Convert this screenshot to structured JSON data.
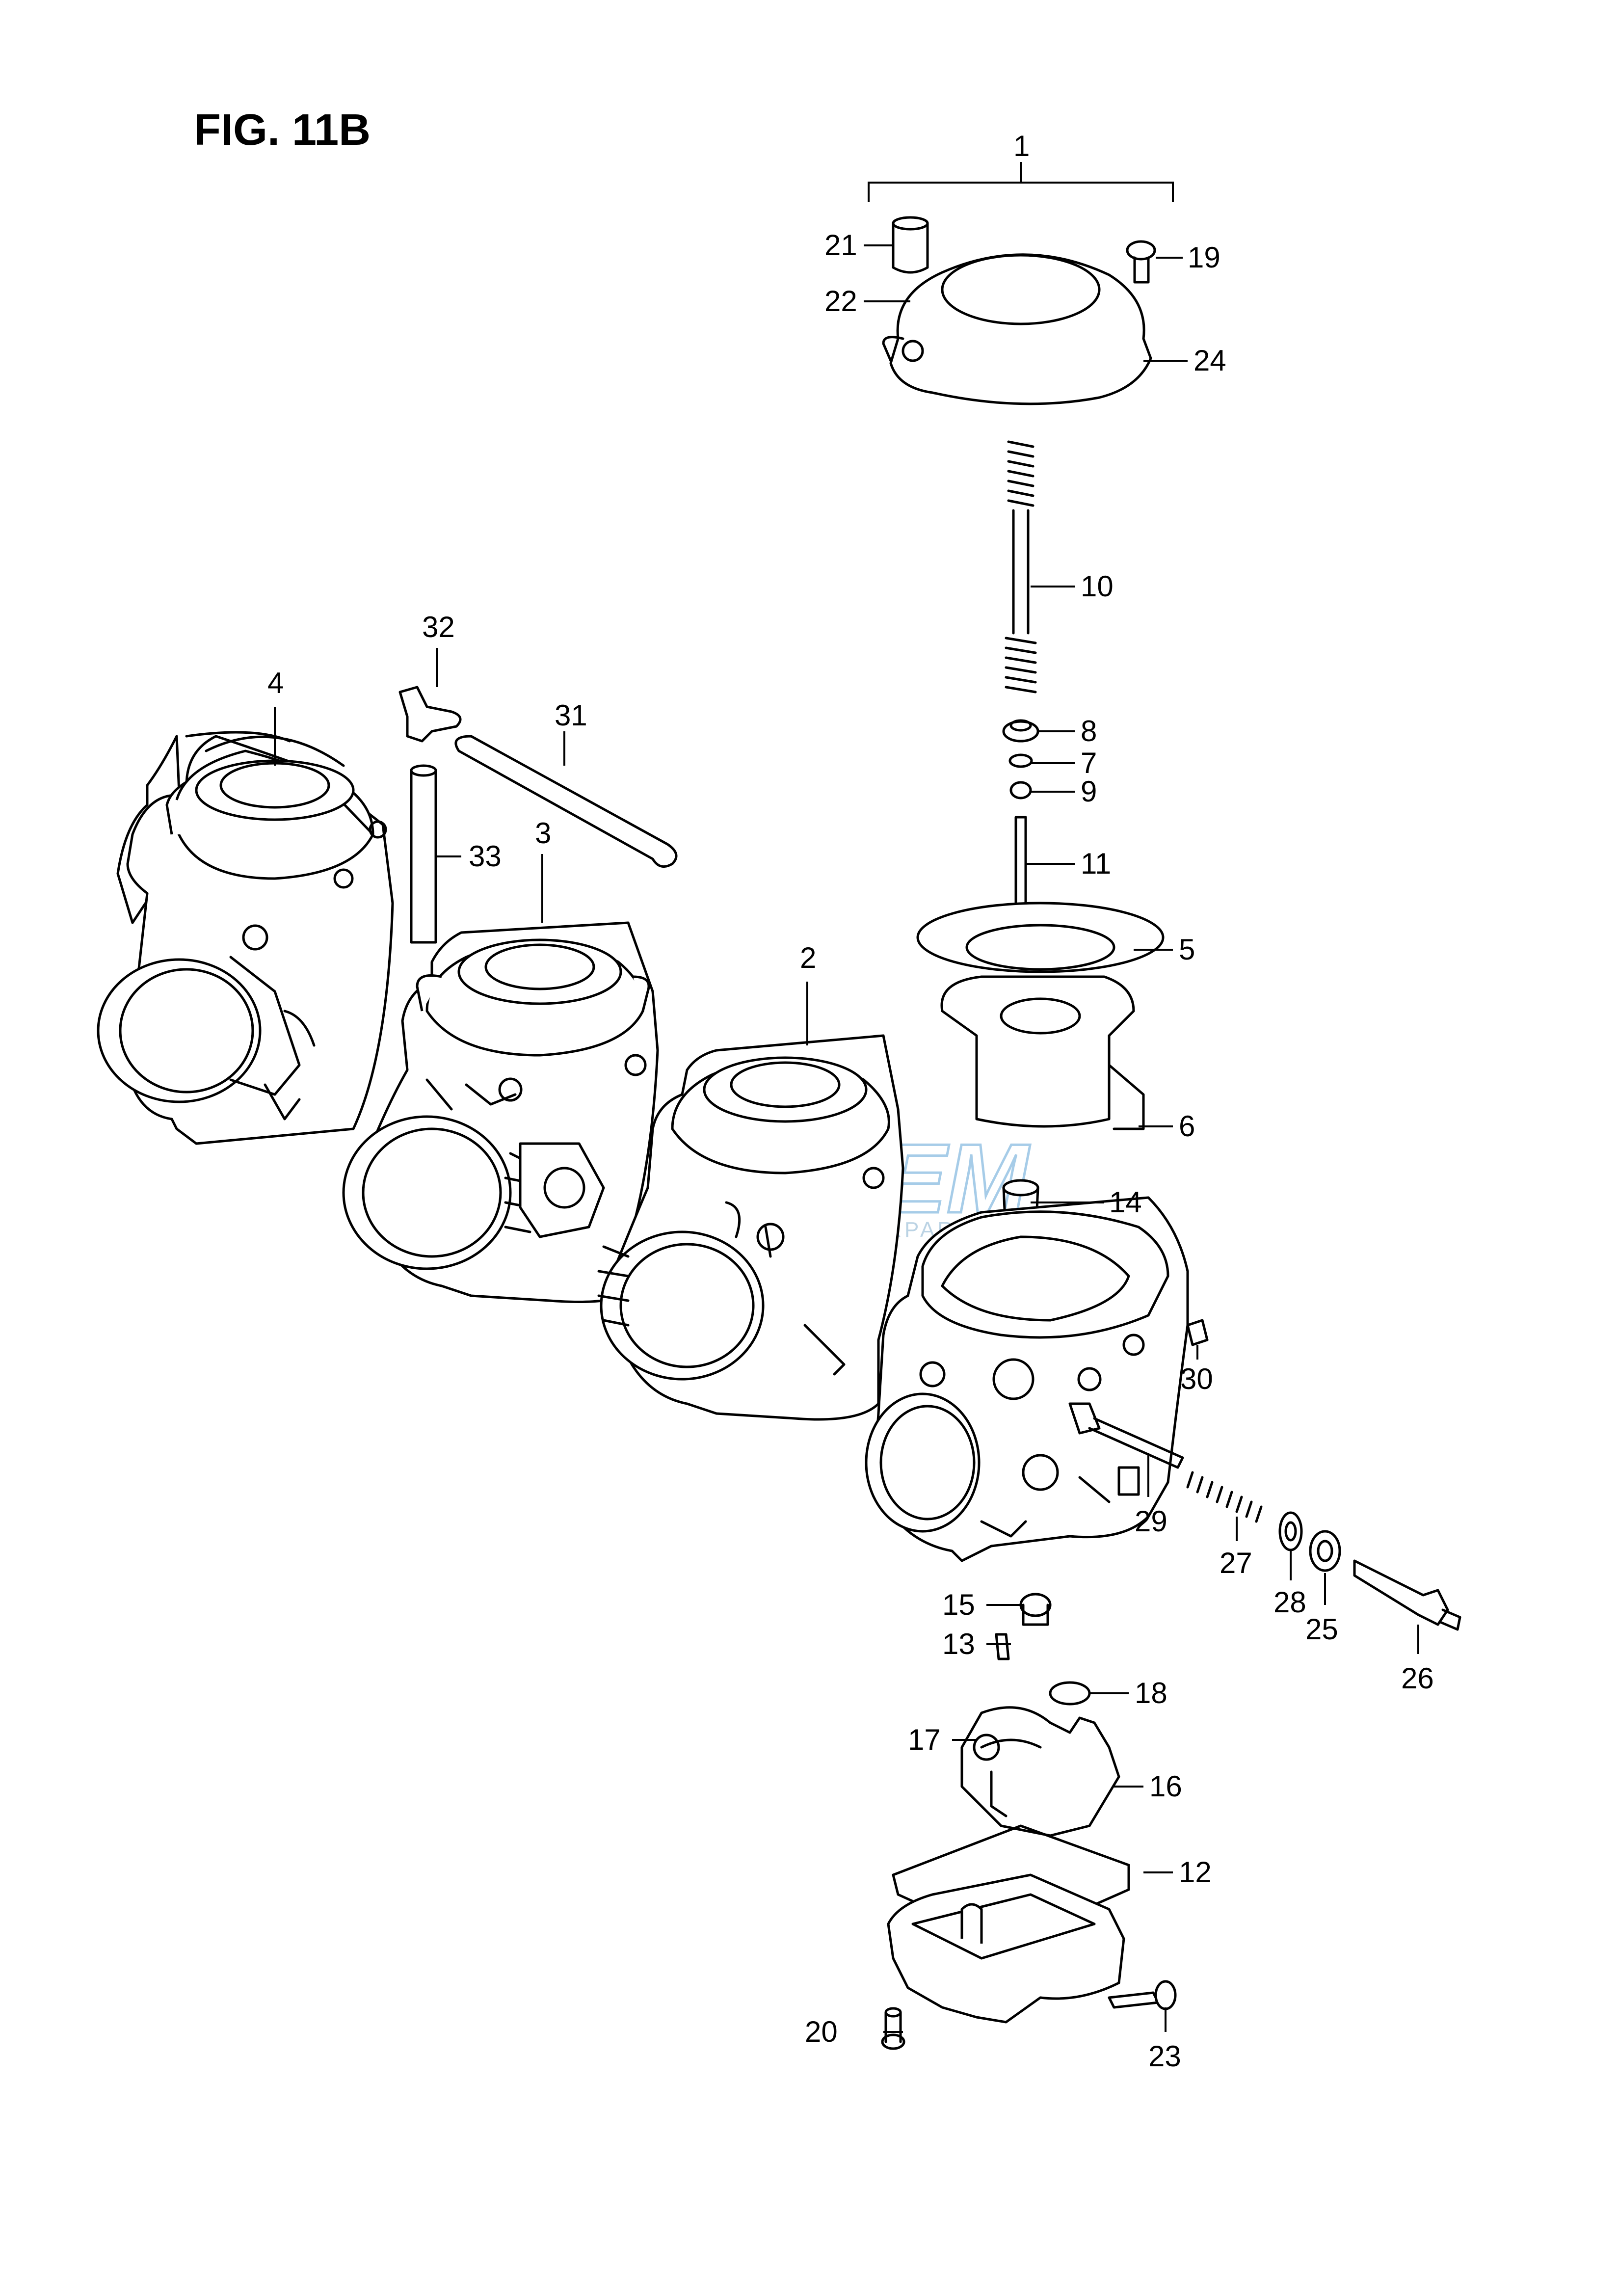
{
  "title": "FIG. 11B",
  "watermark": {
    "brand": "OEM",
    "tagline": "MOTORPARTS",
    "color": "#5fa3d6"
  },
  "callouts": [
    {
      "id": "c1",
      "label": "1"
    },
    {
      "id": "c2",
      "label": "2"
    },
    {
      "id": "c3",
      "label": "3"
    },
    {
      "id": "c4",
      "label": "4"
    },
    {
      "id": "c5",
      "label": "5"
    },
    {
      "id": "c6",
      "label": "6"
    },
    {
      "id": "c7",
      "label": "7"
    },
    {
      "id": "c8",
      "label": "8"
    },
    {
      "id": "c9",
      "label": "9"
    },
    {
      "id": "c10",
      "label": "10"
    },
    {
      "id": "c11",
      "label": "11"
    },
    {
      "id": "c12",
      "label": "12"
    },
    {
      "id": "c13",
      "label": "13"
    },
    {
      "id": "c14",
      "label": "14"
    },
    {
      "id": "c15",
      "label": "15"
    },
    {
      "id": "c16",
      "label": "16"
    },
    {
      "id": "c17",
      "label": "17"
    },
    {
      "id": "c18",
      "label": "18"
    },
    {
      "id": "c19",
      "label": "19"
    },
    {
      "id": "c20",
      "label": "20"
    },
    {
      "id": "c21",
      "label": "21"
    },
    {
      "id": "c22",
      "label": "22"
    },
    {
      "id": "c23",
      "label": "23"
    },
    {
      "id": "c24",
      "label": "24"
    },
    {
      "id": "c25",
      "label": "25"
    },
    {
      "id": "c26",
      "label": "26"
    },
    {
      "id": "c27",
      "label": "27"
    },
    {
      "id": "c28",
      "label": "28"
    },
    {
      "id": "c29",
      "label": "29"
    },
    {
      "id": "c30",
      "label": "30"
    },
    {
      "id": "c31",
      "label": "31"
    },
    {
      "id": "c32",
      "label": "32"
    },
    {
      "id": "c33",
      "label": "33"
    }
  ]
}
